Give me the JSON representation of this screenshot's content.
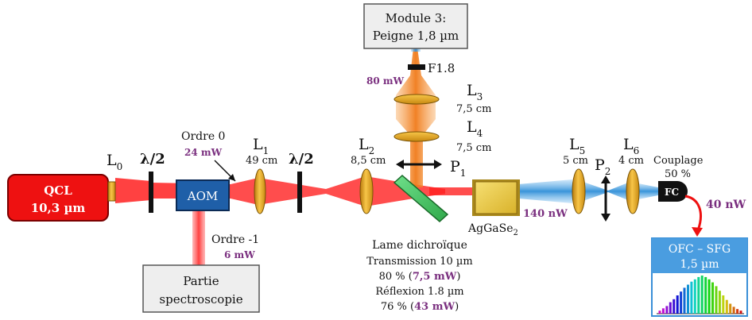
{
  "module3": {
    "line1": "Module 3:",
    "line2": "Peigne 1,8 µm"
  },
  "filter_label": "F1.8",
  "power_80": "80 mW",
  "lens3": {
    "name": "L",
    "sub": "3",
    "focal": "7,5 cm"
  },
  "lens4": {
    "name": "L",
    "sub": "4",
    "focal": "7,5 cm"
  },
  "lens0": {
    "name": "L",
    "sub": "0"
  },
  "lens1": {
    "name": "L",
    "sub": "1",
    "focal": "49 cm"
  },
  "lens2": {
    "name": "L",
    "sub": "2",
    "focal": "8,5 cm"
  },
  "lens5": {
    "name": "L",
    "sub": "5",
    "focal": "5 cm"
  },
  "lens6": {
    "name": "L",
    "sub": "6",
    "focal": "4 cm"
  },
  "halfwave1": "λ/2",
  "halfwave2": "λ/2",
  "qcl": {
    "line1": "QCL",
    "line2": "10,3 µm"
  },
  "aom": "AOM",
  "order0": {
    "label": "Ordre 0",
    "power": "24 mW"
  },
  "order_m1": {
    "label": "Ordre -1",
    "power": "6 mW"
  },
  "spectro": {
    "line1": "Partie",
    "line2": "spectroscopie"
  },
  "p1": {
    "name": "P",
    "sub": "1"
  },
  "p2": {
    "name": "P",
    "sub": "2"
  },
  "crystal": {
    "name": "AgGaSe",
    "sub": "2"
  },
  "power_140": "140 nW",
  "dichroic": {
    "title": "Lame dichroïque",
    "trans": "Transmission 10 µm",
    "trans_pct": "80 % (",
    "trans_power": "7,5 mW",
    "trans_close": ")",
    "refl": "Réflexion 1.8 µm",
    "refl_pct": "76 % (",
    "refl_power": "43 mW",
    "refl_close": ")"
  },
  "coupling": {
    "line1": "Couplage",
    "line2": "50 %"
  },
  "fc": "FC",
  "power_40": "40 nW",
  "ofc": {
    "line1": "OFC – SFG",
    "line2": "1,5 µm"
  },
  "spectrum_bars": [
    0.08,
    0.14,
    0.2,
    0.3,
    0.38,
    0.48,
    0.58,
    0.68,
    0.76,
    0.84,
    0.9,
    0.96,
    1.0,
    0.96,
    0.9,
    0.82,
    0.72,
    0.6,
    0.48,
    0.36,
    0.26,
    0.18,
    0.12,
    0.08
  ],
  "colors": {
    "red_beam": "#ff2020",
    "blue_beam": "#3a9ad9",
    "orange_beam": "#f08a2a",
    "lens": "#e6a51c",
    "aom": "#1f5fa8",
    "crystal": "#e8c84a",
    "ofc": "#4a9de0",
    "purple": "#7a2f7f"
  }
}
